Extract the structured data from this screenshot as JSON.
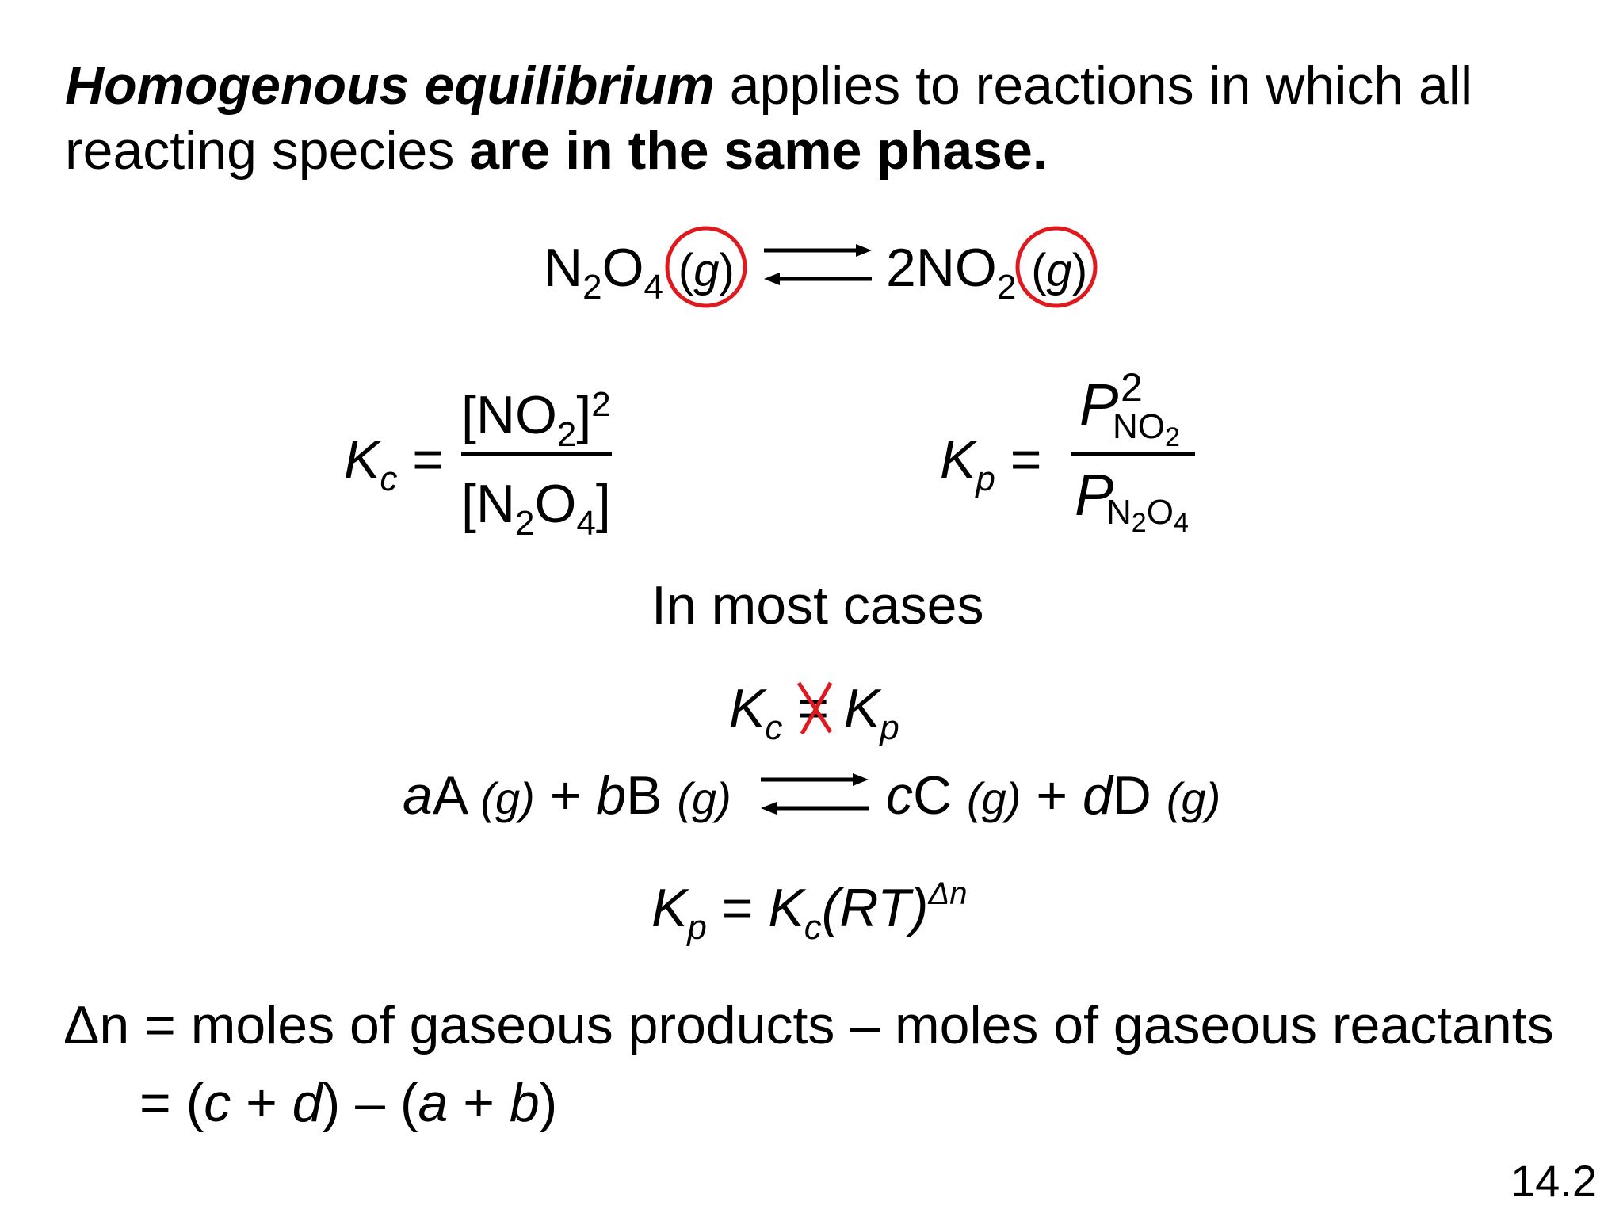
{
  "intro": {
    "term": "Homogenous equilibrium",
    "text_a": " applies to reactions in which all",
    "text_b": "reacting species ",
    "emphasis": "are in the same phase."
  },
  "reaction1": {
    "reactant": "N",
    "reactant_sub1": "2",
    "reactant_mid": "O",
    "reactant_sub2": "4",
    "reactant_phase": "g",
    "product_coef": "2NO",
    "product_sub": "2",
    "product_phase": "g"
  },
  "kc_expression": {
    "symbol": "K",
    "symbol_sub": "c",
    "equals": "=",
    "num_open": "[NO",
    "num_sub": "2",
    "num_close": "]",
    "num_sup": "2",
    "den_open": "[N",
    "den_sub1": "2",
    "den_mid": "O",
    "den_sub2": "4",
    "den_close": "]"
  },
  "kp_expression": {
    "symbol": "K",
    "symbol_sub": "p",
    "equals": "=",
    "num_P": "P",
    "num_sup": "2",
    "num_sub_a": "NO",
    "num_sub_b": "2",
    "den_P": "P",
    "den_sub_a": "N",
    "den_sub_b": "2",
    "den_sub_c": "O",
    "den_sub_d": "4"
  },
  "most_cases": "In most cases",
  "inequality": {
    "left": "K",
    "left_sub": "c",
    "sign": "=",
    "right": "K",
    "right_sub": "p"
  },
  "general_reaction": {
    "a": "a",
    "A": "A",
    "plus1": " + ",
    "b": "b",
    "B": "B",
    "c": "c",
    "C": "C",
    "plus2": " + ",
    "d": "d",
    "D": "D",
    "phase": "(g)"
  },
  "relation": {
    "kp": "K",
    "kp_sub": "p",
    "eq": " = ",
    "kc": "K",
    "kc_sub": "c",
    "rt": "(RT)",
    "exp": "Δn"
  },
  "delta_n": {
    "line1": "Δn = moles of gaseous products – moles of gaseous reactants",
    "eq": "= (",
    "c": "c",
    "plus1": " + ",
    "d": "d",
    "mid": ") – (",
    "a": "a",
    "plus2": " + ",
    "b": "b",
    "end": ")"
  },
  "slide_number": "14.2",
  "colors": {
    "highlight": "#e0191e",
    "text": "#000000"
  }
}
